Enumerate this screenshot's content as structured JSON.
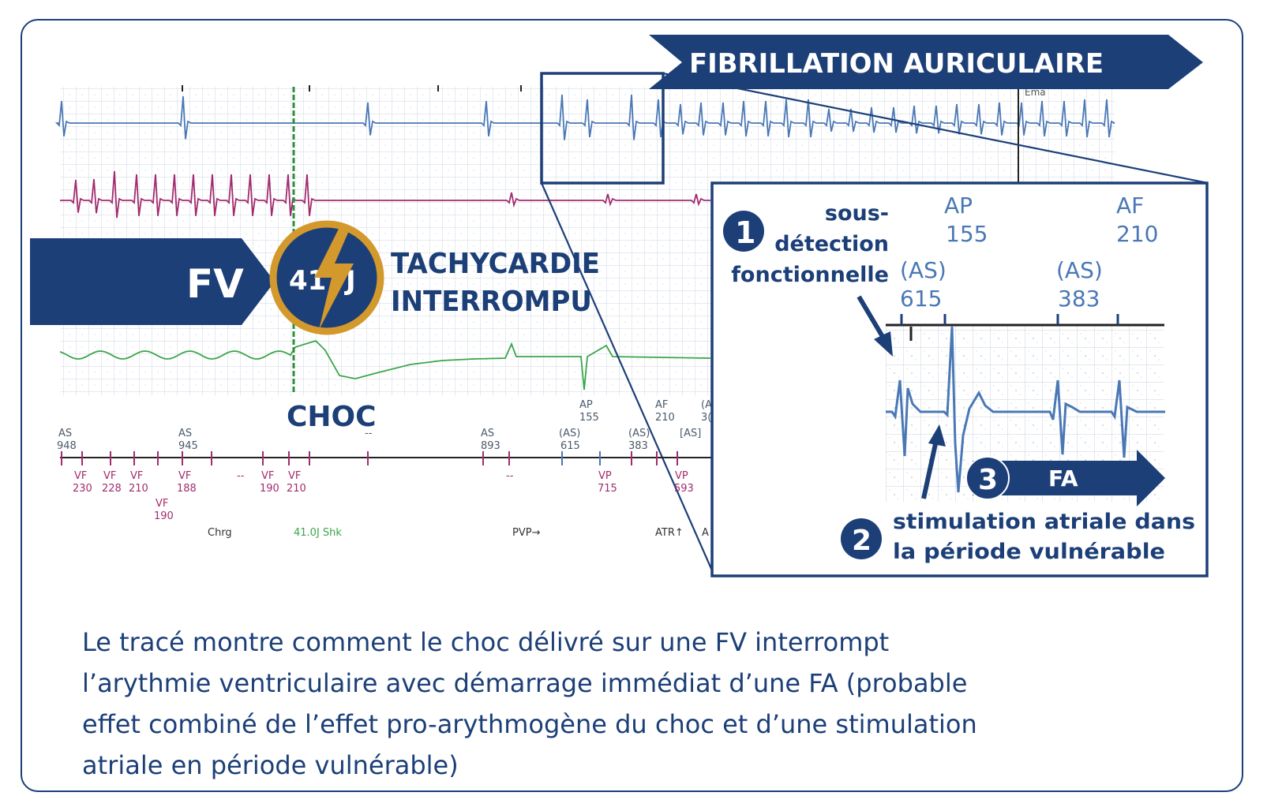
{
  "colors": {
    "navy": "#1c3f78",
    "ecg_blue": "#4a78b5",
    "ecg_magenta": "#a22b6e",
    "ecg_green": "#3aa649",
    "shock_marker": "#2e8f3a",
    "gold": "#d3992c",
    "grid": "#c9d3df"
  },
  "icons": {
    "shock": "lightning-bolt-icon"
  },
  "banner": {
    "fa_title": "FIBRILLATION AURICULAIRE"
  },
  "fv_badge": {
    "label": "FV",
    "energy_left": "41",
    "energy_right": "J"
  },
  "tachy": {
    "line1": "TACHYCARDIE",
    "line2": "INTERROMPU"
  },
  "choc_label": "CHOC",
  "markers_top": [
    {
      "code": "AS",
      "val": "948"
    },
    {
      "code": "AS",
      "val": "945"
    },
    {
      "code": "--",
      "val": ""
    },
    {
      "code": "AS",
      "val": "893"
    },
    {
      "code": "AP",
      "val": "155"
    },
    {
      "code": "(AS)",
      "val": "615"
    },
    {
      "code": "AF",
      "val": "210"
    },
    {
      "code": "(AS)",
      "val": "383"
    },
    {
      "code": "(A",
      "val": "3("
    },
    {
      "code": "[AS]",
      "val": ""
    }
  ],
  "markers_bottom": [
    {
      "code": "VF",
      "val": "230"
    },
    {
      "code": "VF",
      "val": "228"
    },
    {
      "code": "VF",
      "val": "210"
    },
    {
      "code": "VF",
      "val": "190"
    },
    {
      "code": "VF",
      "val": "188"
    },
    {
      "code": "--",
      "val": ""
    },
    {
      "code": "VF",
      "val": "190"
    },
    {
      "code": "VF",
      "val": "210"
    },
    {
      "code": "--",
      "val": ""
    },
    {
      "code": "VP",
      "val": "715"
    },
    {
      "code": "VP",
      "val": "593"
    }
  ],
  "events": {
    "chrg": "Chrg",
    "shock": "41.0J Shk",
    "pvp": "PVP→",
    "atr": "ATR↑",
    "atr_cut": "A"
  },
  "trace_partial_text": "Ema",
  "inset": {
    "item1_number": "1",
    "item1_line1": "sous-",
    "item1_line2": "détection",
    "item1_line3": "fonctionnelle",
    "ap_code": "AP",
    "ap_value": "155",
    "af_code": "AF",
    "af_value": "210",
    "as1_code": "(AS)",
    "as1_value": "615",
    "as2_code": "(AS)",
    "as2_value": "383",
    "item3_number": "3",
    "item3_label": "FA",
    "item2_number": "2",
    "item2_line1": "stimulation atriale dans",
    "item2_line2": "la période vulnérable"
  },
  "caption": {
    "line1": "Le tracé montre comment le choc délivré sur une FV interrompt",
    "line2": "l’arythmie ventriculaire avec démarrage immédiat d’une FA (probable",
    "line3": "effet combiné de l’effet pro-arythmogène du choc et d’une stimulation",
    "line4": "atriale en période vulnérable)"
  }
}
